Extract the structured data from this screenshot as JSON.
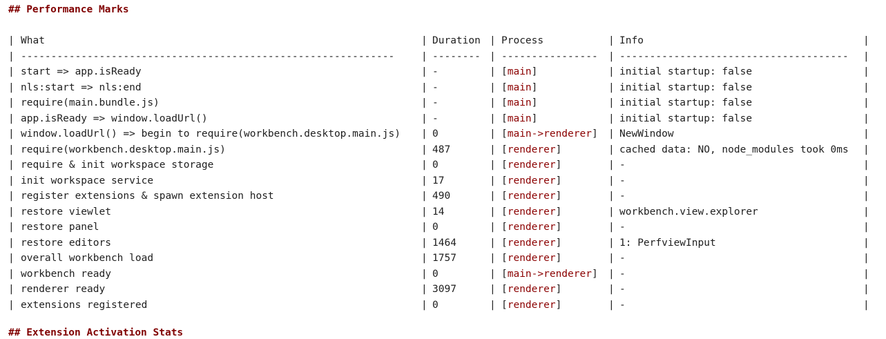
{
  "heading": "## Performance Marks",
  "next_heading": "## Extension Activation Stats",
  "table": {
    "headers": {
      "what": "What",
      "duration": "Duration",
      "process": "Process",
      "info": "Info"
    },
    "separators": {
      "what": "--------------------------------------------------------------",
      "duration": "--------",
      "process": "----------------",
      "info": "--------------------------------------"
    },
    "rows": [
      {
        "what": "start => app.isReady",
        "duration": "-",
        "process": "main",
        "info": "initial startup: false"
      },
      {
        "what": "nls:start => nls:end",
        "duration": "-",
        "process": "main",
        "info": "initial startup: false"
      },
      {
        "what": "require(main.bundle.js)",
        "duration": "-",
        "process": "main",
        "info": "initial startup: false"
      },
      {
        "what": "app.isReady => window.loadUrl()",
        "duration": "-",
        "process": "main",
        "info": "initial startup: false"
      },
      {
        "what": "window.loadUrl() => begin to require(workbench.desktop.main.js)",
        "duration": "0",
        "process": "main->renderer",
        "info": "NewWindow"
      },
      {
        "what": "require(workbench.desktop.main.js)",
        "duration": "487",
        "process": "renderer",
        "info": "cached data: NO, node_modules took 0ms"
      },
      {
        "what": "require & init workspace storage",
        "duration": "0",
        "process": "renderer",
        "info": "-"
      },
      {
        "what": "init workspace service",
        "duration": "17",
        "process": "renderer",
        "info": "-"
      },
      {
        "what": "register extensions & spawn extension host",
        "duration": "490",
        "process": "renderer",
        "info": "-"
      },
      {
        "what": "restore viewlet",
        "duration": "14",
        "process": "renderer",
        "info": "workbench.view.explorer"
      },
      {
        "what": "restore panel",
        "duration": "0",
        "process": "renderer",
        "info": "-"
      },
      {
        "what": "restore editors",
        "duration": "1464",
        "process": "renderer",
        "info": "1: PerfviewInput"
      },
      {
        "what": "overall workbench load",
        "duration": "1757",
        "process": "renderer",
        "info": "-"
      },
      {
        "what": "workbench ready",
        "duration": "0",
        "process": "main->renderer",
        "info": "-"
      },
      {
        "what": "renderer ready",
        "duration": "3097",
        "process": "renderer",
        "info": "-"
      },
      {
        "what": "extensions registered",
        "duration": "0",
        "process": "renderer",
        "info": "-"
      }
    ]
  },
  "colors": {
    "heading": "#800000",
    "process_name": "#8b0000",
    "text": "#1e1e1e"
  }
}
